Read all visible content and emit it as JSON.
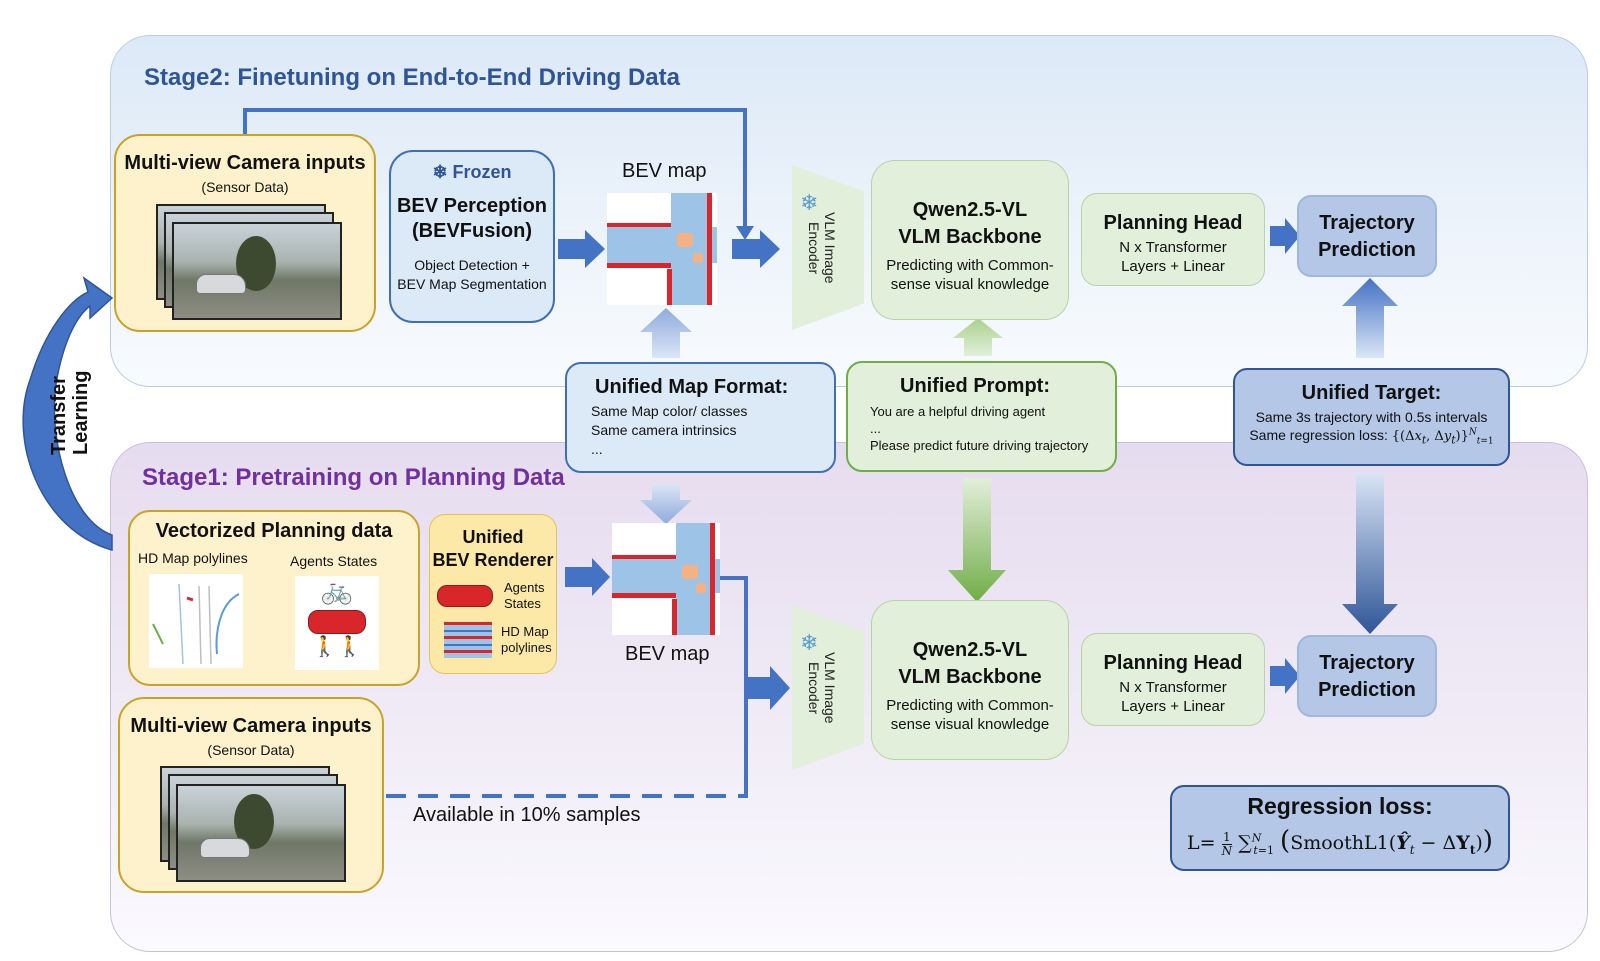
{
  "stage2": {
    "title": "Stage2: Finetuning on End-to-End Driving Data"
  },
  "stage1": {
    "title": "Stage1: Pretraining on Planning Data"
  },
  "transfer_learning": {
    "line1": "Transfer",
    "line2": "Learning"
  },
  "camera_stage2": {
    "title": "Multi-view Camera inputs",
    "subtitle": "(Sensor Data)"
  },
  "camera_stage1": {
    "title": "Multi-view Camera inputs",
    "subtitle": "(Sensor Data)"
  },
  "bev_perception": {
    "frozen": "Frozen",
    "title_line1": "BEV Perception",
    "title_line2": "(BEVFusion)",
    "desc_line1": "Object Detection +",
    "desc_line2": "BEV Map Segmentation"
  },
  "bev_map_top": {
    "label": "BEV map"
  },
  "bev_map_bottom": {
    "label": "BEV map"
  },
  "encoder": {
    "label_line1": "VLM Image",
    "label_line2": "Encoder"
  },
  "backbone": {
    "title_line1": "Qwen2.5-VL",
    "title_line2": "VLM Backbone",
    "desc_line1": "Predicting with Common-",
    "desc_line2": "sense visual knowledge"
  },
  "planning_head": {
    "title": "Planning Head",
    "desc_line1": "N x Transformer",
    "desc_line2": "Layers + Linear"
  },
  "trajectory": {
    "line1": "Trajectory",
    "line2": "Prediction"
  },
  "unified_map": {
    "title": "Unified Map Format:",
    "items": [
      "Same Map color/ classes",
      "Same camera intrinsics",
      "..."
    ]
  },
  "unified_prompt": {
    "title": "Unified Prompt:",
    "line1": "You are a helpful driving agent",
    "line2": "...",
    "line3": "Please predict future driving trajectory"
  },
  "unified_target": {
    "title": "Unified Target:",
    "line1": "Same 3s trajectory with 0.5s intervals",
    "line2": "Same regression loss:"
  },
  "vectorized": {
    "title": "Vectorized Planning data",
    "hd_map": "HD Map polylines",
    "agents": "Agents States"
  },
  "renderer": {
    "title_line1": "Unified",
    "title_line2": "BEV Renderer",
    "agents_line1": "Agents",
    "agents_line2": "States",
    "hd_line1": "HD Map",
    "hd_line2": "polylines"
  },
  "available": {
    "label": "Available in 10% samples"
  },
  "regression": {
    "title": "Regression loss:"
  },
  "colors": {
    "arrow_blue": "#4472c4",
    "dark_blue": "#2f5597",
    "green": "#70ad47",
    "purple": "#7030a0"
  }
}
